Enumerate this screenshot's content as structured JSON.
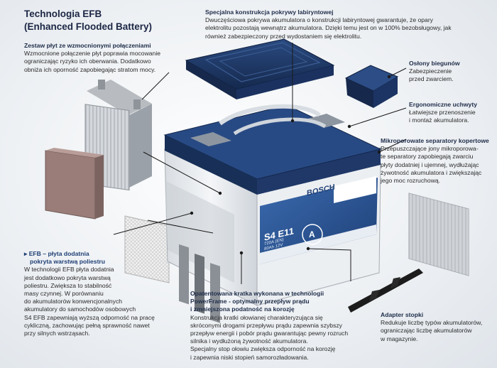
{
  "title": {
    "line1": "Technologia EFB",
    "line2": "(Enhanced Flooded Battery)"
  },
  "callouts": {
    "plates": {
      "heading": "Zestaw płyt ze wzmocnionymi połączeniami",
      "lines": [
        "Wzmocnione połączenie płyt poprawia mocowanie",
        "ograniczając ryzyko ich oberwania. Dodatkowo",
        "obniża ich oporność zapobiegając stratom mocy."
      ]
    },
    "cover": {
      "heading": "Specjalna konstrukcja pokrywy labiryntowej",
      "lines": [
        "Dwuczęściowa pokrywa akumulatora o konstrukcji labiryntowej gwarantuje, że opary",
        "elektrolitu pozostają wewnątrz akumulatora. Dzięki temu jest on w 100% bezobsługowy, jak",
        "również zabezpieczony przed wydostaniem się elektrolitu."
      ]
    },
    "terminal_covers": {
      "heading": "Osłony biegunów",
      "lines": [
        "Zabezpieczenie",
        "przed zwarciem."
      ]
    },
    "handles": {
      "heading": "Ergonomiczne uchwyty",
      "lines": [
        "Łatwiejsze przenoszenie",
        "i montaż akumulatora."
      ]
    },
    "separators": {
      "heading": "Mikroporowate separatory kopertowe",
      "lines": [
        "Przepuszczające jony mikroporowa-",
        "te separatory zapobiegają zwarciu",
        "płyty dodatniej i ujemnej, wydłużając",
        "żywotność akumulatora i zwiększając",
        "jego moc rozruchową."
      ]
    },
    "efb_plate": {
      "heading_line1": "▸ EFB – płyta dodatnia",
      "heading_line2": "pokryta warstwą poliestru",
      "lines": [
        "W technologii EFB płyta dodatnia",
        "jest dodatkowo pokryta warstwą",
        "poliestru. Zwiększa to stabilność",
        "masy czynnej. W porównaniu",
        "do akumulatorów konwencjonalnych",
        "akumulatory do samochodów osobowych",
        "S4 EFB zapewniają wyższą odporność na pracę",
        "cykliczną, zachowując pełną sprawność nawet",
        "przy silnych wstrząsach."
      ]
    },
    "grid": {
      "heading_line1": "Opatentowana kratka wykonana w technologii",
      "heading_line2": "PowerFrame - optymalny przepływ prądu",
      "heading_line3": "i zmniejszona podatność na korozję",
      "lines": [
        "Konstrukcja kratki ołowianej charakteryzująca się",
        "skróconymi drogami przepływu prądu zapewnia szybszy",
        "przepływ energii i pobór prądu gwarantując pewny rozruch",
        "silnika i wydłużoną żywotność akumulatora.",
        "Specjalny stop ołowiu zwiększa odporność na korozję",
        "i zapewnia niski stopień samorozładowania."
      ]
    },
    "adapter": {
      "heading": "Adapter stopki",
      "lines": [
        "Redukuje liczbę typów akumulatorów,",
        "ograniczając liczbę akumulatorów",
        "w magazynie."
      ]
    }
  },
  "battery_label": {
    "brand": "BOSCH",
    "model": "S4 E11",
    "rating_line1": "720A (EN)",
    "rating_line2": "80Ah 12V",
    "badge": "A"
  },
  "colors": {
    "title": "#1b2644",
    "navy": "#1e3866",
    "battery_body": "#e9ecef",
    "label_blue": "#2d5a9a",
    "leader": "#1a1a1a"
  }
}
